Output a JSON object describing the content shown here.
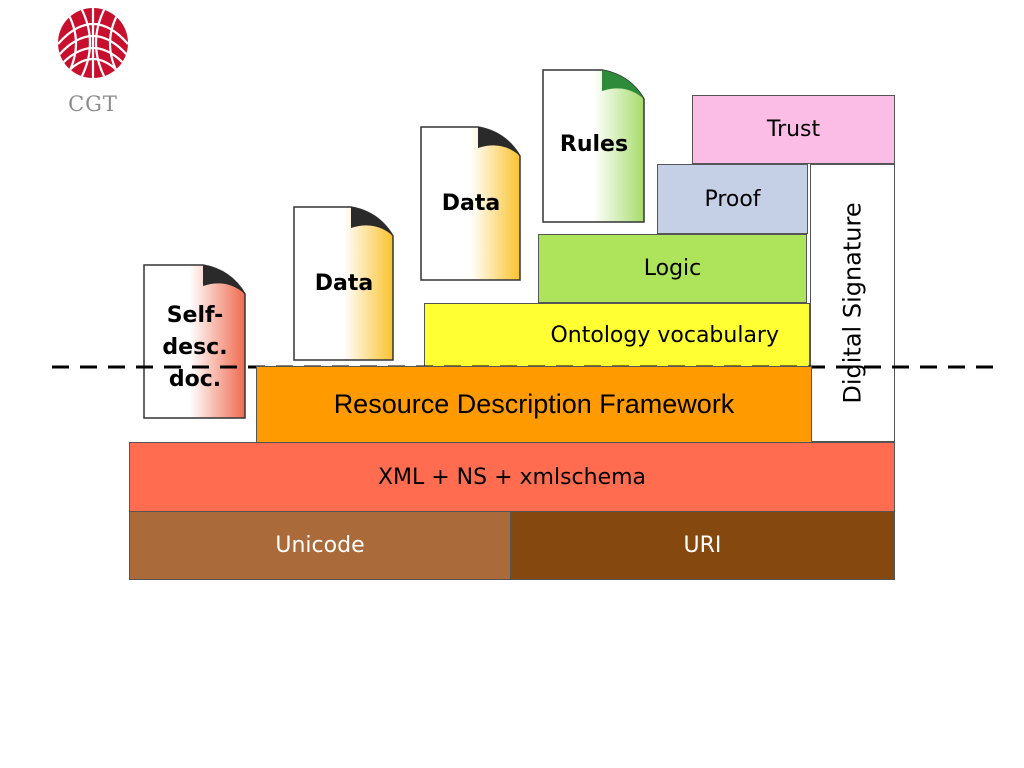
{
  "logo": {
    "text": "CGT",
    "color": "#c8102e"
  },
  "layers": {
    "unicode": "Unicode",
    "uri": "URI",
    "xml": "XML + NS + xmlschema",
    "rdf": "Resource Description Framework",
    "ontology": "Ontology vocabulary",
    "logic": "Logic",
    "proof": "Proof",
    "trust": "Trust",
    "signature": "Digital Signature"
  },
  "documents": {
    "self_desc": [
      "Self-",
      "desc.",
      "doc."
    ],
    "data1": "Data",
    "data2": "Data",
    "rules": "Rules"
  },
  "colors": {
    "unicode": "#aa6a39",
    "uri": "#85490f",
    "xml": "#ff6c4f",
    "rdf": "#ff9a00",
    "ontology": "#ffff33",
    "logic": "#aee45c",
    "proof": "#c5cfe6",
    "trust": "#fbbce6",
    "signature": "#ffffff"
  }
}
